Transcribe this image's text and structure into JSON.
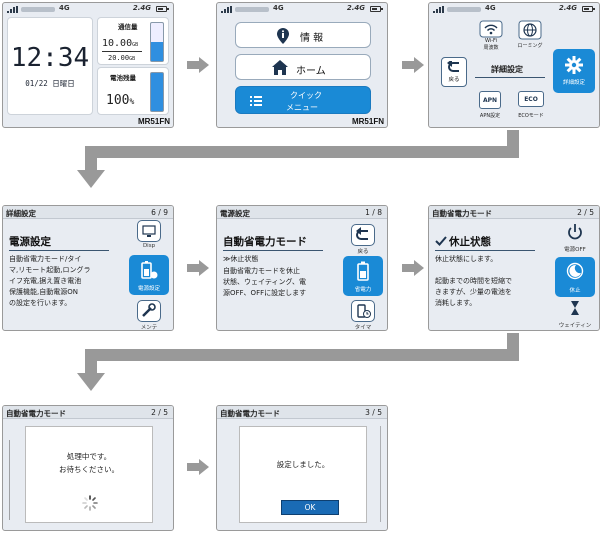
{
  "status": {
    "network": "4G",
    "band": "2.4G"
  },
  "model": "MR51FN",
  "home": {
    "time": "12:34",
    "date": "01/22 日曜日",
    "traffic_label": "通信量",
    "traffic_value": "10.00",
    "traffic_unit": "GB",
    "traffic_limit": "20.00",
    "traffic_limit_unit": "GB",
    "battery_label": "電池残量",
    "battery_value": "100",
    "battery_unit": "%"
  },
  "menu": {
    "info": "情 報",
    "home": "ホーム",
    "quick_line1": "クイック",
    "quick_line2": "メニュー"
  },
  "quick": {
    "wifi_line1": "Wi-Fi",
    "wifi_line2": "周波数",
    "roaming": "ローミング",
    "back": "戻る",
    "title": "詳細設定",
    "detail": "詳細設定",
    "apn": "APN設定",
    "apn_icon": "APN",
    "eco": "ECOモード",
    "eco_icon": "ECO"
  },
  "s4": {
    "header": "詳細設定",
    "page": "6 / 9",
    "title": "電源設定",
    "body": [
      "自動省電力モード/タイ",
      "マ,リモート起動,ロングラ",
      "イフ充電,据え置き電池",
      "保護機能,自動電源ON",
      "の設定を行います。"
    ],
    "btn_top": "Disp",
    "btn_sel": "電源設定",
    "btn_bottom": "メンテ"
  },
  "s5": {
    "header": "電源設定",
    "page": "1 / 8",
    "title": "自動省電力モード",
    "sub": "≫休止状態",
    "body": [
      "自動省電力モードを休止",
      "状態、ウェイティング、電",
      "源OFF、OFFに設定します"
    ],
    "btn_top": "戻る",
    "btn_sel": "省電力",
    "btn_bottom": "タイマ"
  },
  "s6": {
    "header": "自動省電力モード",
    "page": "2 / 5",
    "title": "休止状態",
    "body": [
      "休止状態にします。",
      "",
      "起動までの時間を短縮で",
      "きますが、少量の電池を",
      "消耗します。"
    ],
    "btn_top": "電源OFF",
    "btn_sel": "休止",
    "btn_bottom": "ウェイティング"
  },
  "s7": {
    "header": "自動省電力モード",
    "page": "2 / 5",
    "dialog_line1": "処理中です。",
    "dialog_line2": "お待ちください。"
  },
  "s8": {
    "header": "自動省電力モード",
    "page": "3 / 5",
    "dialog_text": "設定しました。",
    "ok": "OK"
  }
}
